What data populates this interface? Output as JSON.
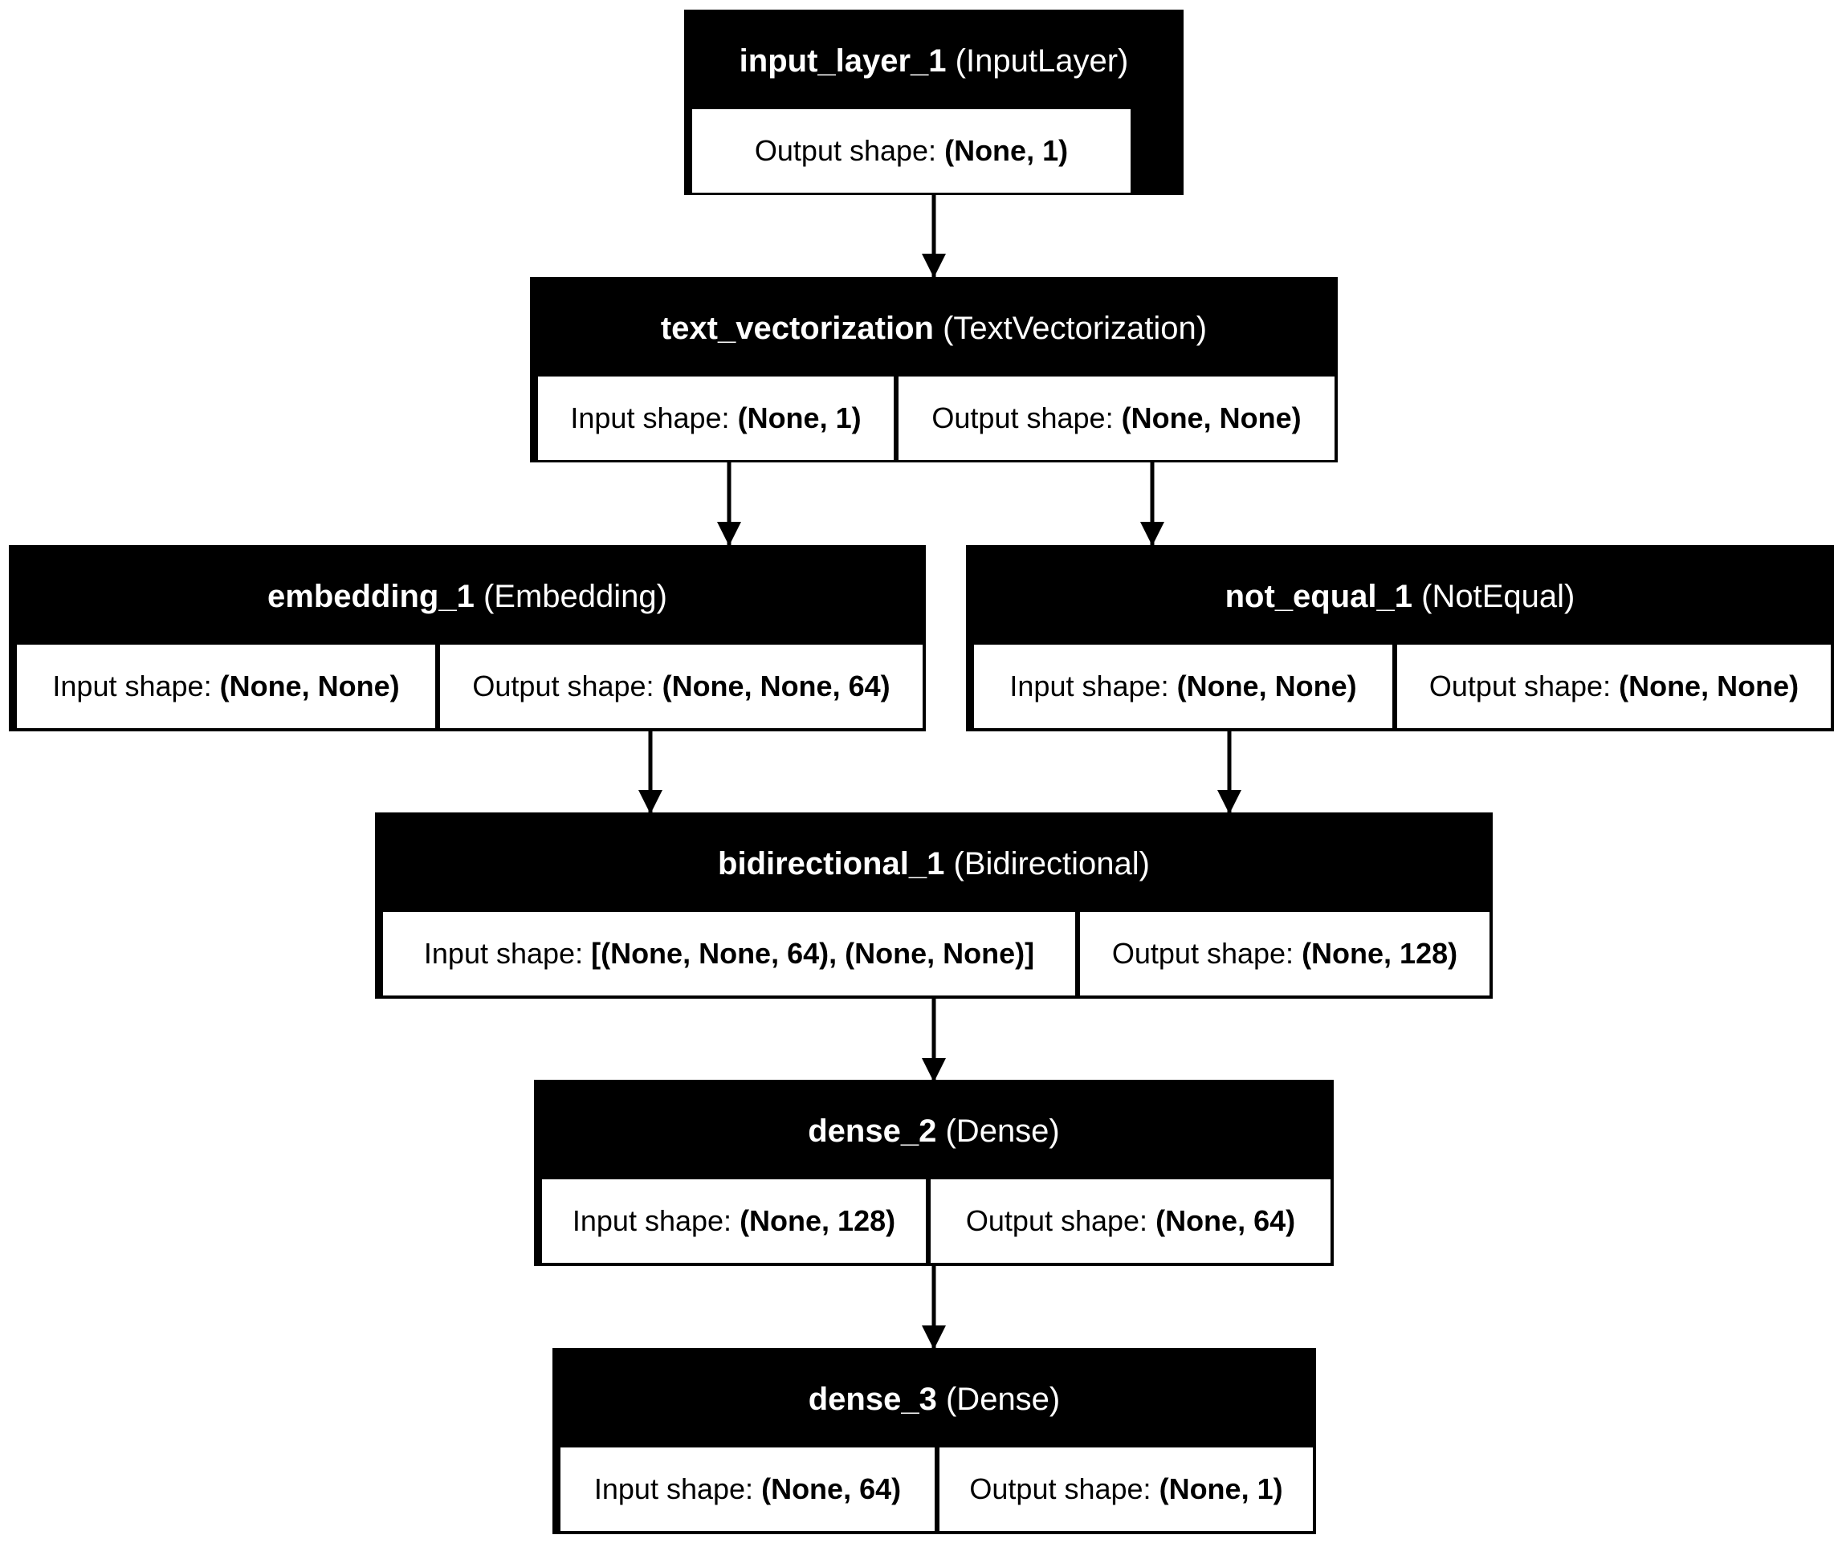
{
  "diagram": {
    "layers": [
      {
        "id": "input_layer_1",
        "name": "input_layer_1",
        "type": "(InputLayer)",
        "output_label": "Output shape:",
        "output_value": "(None, 1)"
      },
      {
        "id": "text_vectorization",
        "name": "text_vectorization",
        "type": "(TextVectorization)",
        "input_label": "Input shape:",
        "input_value": "(None, 1)",
        "output_label": "Output shape:",
        "output_value": "(None, None)"
      },
      {
        "id": "embedding_1",
        "name": "embedding_1",
        "type": "(Embedding)",
        "input_label": "Input shape:",
        "input_value": "(None, None)",
        "output_label": "Output shape:",
        "output_value": "(None, None, 64)"
      },
      {
        "id": "not_equal_1",
        "name": "not_equal_1",
        "type": "(NotEqual)",
        "input_label": "Input shape:",
        "input_value": "(None, None)",
        "output_label": "Output shape:",
        "output_value": "(None, None)"
      },
      {
        "id": "bidirectional_1",
        "name": "bidirectional_1",
        "type": "(Bidirectional)",
        "input_label": "Input shape:",
        "input_value": "[(None, None, 64), (None, None)]",
        "output_label": "Output shape:",
        "output_value": "(None, 128)"
      },
      {
        "id": "dense_2",
        "name": "dense_2",
        "type": "(Dense)",
        "input_label": "Input shape:",
        "input_value": "(None, 128)",
        "output_label": "Output shape:",
        "output_value": "(None, 64)"
      },
      {
        "id": "dense_3",
        "name": "dense_3",
        "type": "(Dense)",
        "input_label": "Input shape:",
        "input_value": "(None, 64)",
        "output_label": "Output shape:",
        "output_value": "(None, 1)"
      }
    ],
    "edges": [
      {
        "from": "input_layer_1",
        "to": "text_vectorization"
      },
      {
        "from": "text_vectorization",
        "to": "embedding_1"
      },
      {
        "from": "text_vectorization",
        "to": "not_equal_1"
      },
      {
        "from": "embedding_1",
        "to": "bidirectional_1"
      },
      {
        "from": "not_equal_1",
        "to": "bidirectional_1"
      },
      {
        "from": "bidirectional_1",
        "to": "dense_2"
      },
      {
        "from": "dense_2",
        "to": "dense_3"
      }
    ],
    "colors": {
      "header": "#000000",
      "cell": "#ffffff",
      "edge": "#000000"
    }
  }
}
